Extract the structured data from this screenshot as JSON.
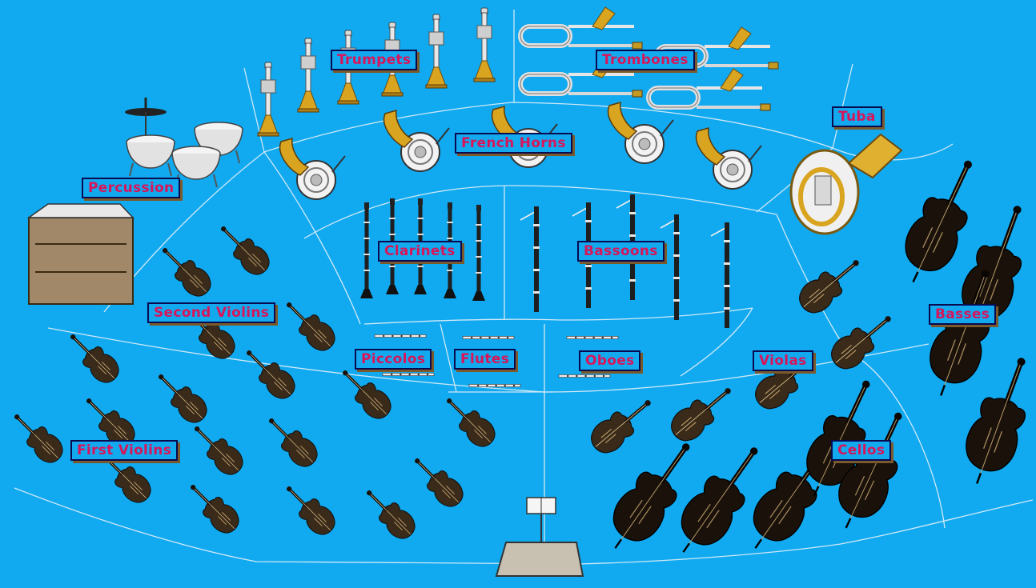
{
  "title": "",
  "colors": {
    "background": "#11aaf0",
    "label_text": "#d8155a",
    "label_border": "#0a0a50",
    "section_line": "#cfe8f7",
    "brass": "#d9a520",
    "silver": "#e8e8e8",
    "woodwind": "#222222",
    "violin_body": "#3a2a1a",
    "cello_body": "#1a120a"
  },
  "sections": {
    "trumpets": "Trumpets",
    "trombones": "Trombones",
    "tuba": "Tuba",
    "percussion": "Percussion",
    "french_horns": "French Horns",
    "clarinets": "Clarinets",
    "bassoons": "Bassoons",
    "second_violins": "Second Violins",
    "piccolos": "Piccolos",
    "flutes": "Flutes",
    "oboes": "Oboes",
    "violas": "Violas",
    "basses": "Basses",
    "first_violins": "First Violins",
    "cellos": "Cellos"
  },
  "icons": {
    "trumpet": "trumpet-icon",
    "trombone": "trombone-icon",
    "tuba": "tuba-icon",
    "timpani": "timpani-icon",
    "cymbal": "cymbal-icon",
    "cabinet": "percussion-cabinet-icon",
    "french_horn": "french-horn-icon",
    "clarinet": "clarinet-icon",
    "bassoon": "bassoon-icon",
    "flute": "flute-icon",
    "violin": "violin-icon",
    "viola": "viola-icon",
    "cello": "cello-icon",
    "bass": "double-bass-icon",
    "podium": "conductor-podium-icon"
  }
}
